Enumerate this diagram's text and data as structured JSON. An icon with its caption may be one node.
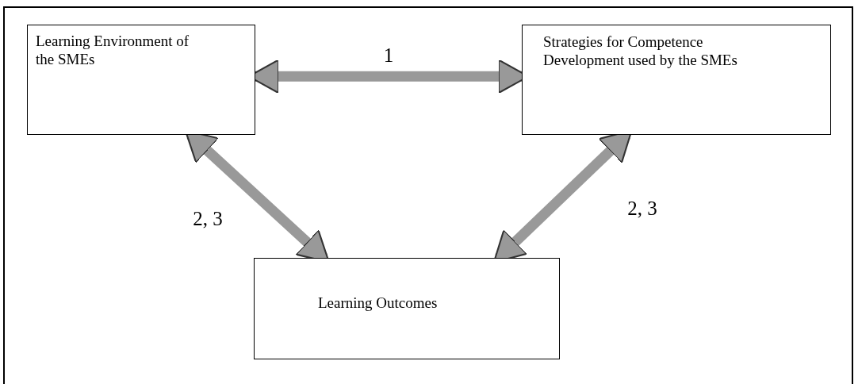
{
  "diagram": {
    "nodes": [
      {
        "text": [
          "Learning Environment of the SMEs"
        ]
      },
      {
        "text": [
          "Strategies for Competence Development used by the SMEs"
        ]
      },
      {
        "text": [
          "Learning Outcomes"
        ]
      }
    ],
    "edges": [
      {
        "from": 0,
        "to": 1,
        "arrow": "both",
        "label": "1"
      },
      {
        "from": 0,
        "to": 2,
        "arrow": "both",
        "label": "2, 3"
      },
      {
        "from": 1,
        "to": 2,
        "arrow": "both",
        "label": "2, 3"
      }
    ]
  }
}
